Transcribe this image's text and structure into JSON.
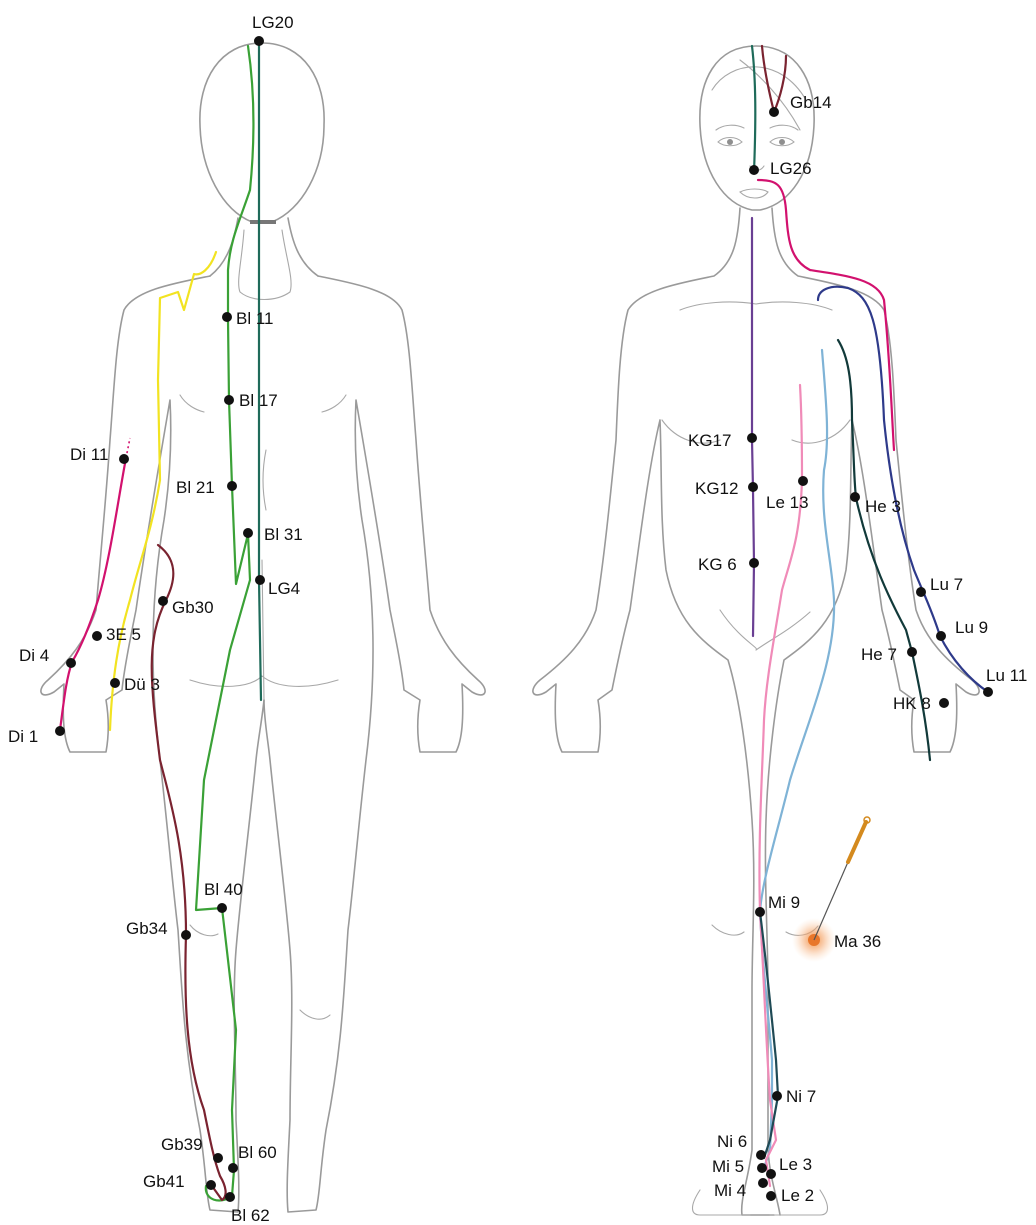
{
  "colors": {
    "outline": "#9a9a9a",
    "lenker_gefaess": "#1f6b5a",
    "blase": "#3aa136",
    "gallenblase": "#7a2330",
    "dickdarm": "#d2116e",
    "dreifacher_erwaermer": "#f2e321",
    "konzeptionsgefaess": "#6a3f93",
    "niere": "#7fb3d6",
    "leber": "#f08bb8",
    "lunge": "#2e3a8a",
    "herz": "#123a3a",
    "needle": "#d48a1e",
    "needle_glow": "#f08a3a"
  },
  "back_view": {
    "points": {
      "lg20": "LG20",
      "bl11": "Bl 11",
      "bl17": "Bl 17",
      "bl21": "Bl 21",
      "bl31": "Bl 31",
      "lg4": "LG4",
      "di11": "Di 11",
      "gb30": "Gb30",
      "e3_5": "3E 5",
      "di4": "Di 4",
      "due3": "Dü 3",
      "di1": "Di 1",
      "bl40": "Bl 40",
      "gb34": "Gb34",
      "gb39": "Gb39",
      "bl60": "Bl 60",
      "gb41": "Gb41",
      "bl62": "Bl 62"
    }
  },
  "front_view": {
    "points": {
      "gb14": "Gb14",
      "lg26": "LG26",
      "kg17": "KG17",
      "kg12": "KG12",
      "le13": "Le 13",
      "he3": "He 3",
      "kg6": "KG 6",
      "lu7": "Lu 7",
      "lu9": "Lu 9",
      "he7": "He 7",
      "lu11": "Lu 11",
      "hk8": "HK 8",
      "mi9": "Mi 9",
      "ma36": "Ma 36",
      "ni7": "Ni 7",
      "ni6": "Ni 6",
      "mi5": "Mi 5",
      "le3": "Le 3",
      "mi4": "Mi 4",
      "le2": "Le 2"
    }
  }
}
